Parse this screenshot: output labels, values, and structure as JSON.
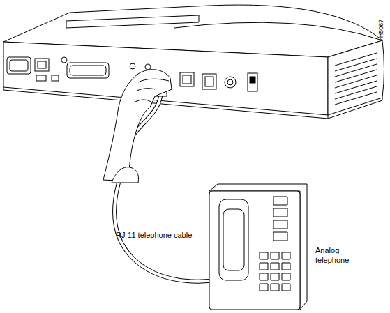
{
  "diagram": {
    "labels": [
      "RJ-11 telephone cable",
      "Analog telephone",
      "H5067"
    ]
  }
}
